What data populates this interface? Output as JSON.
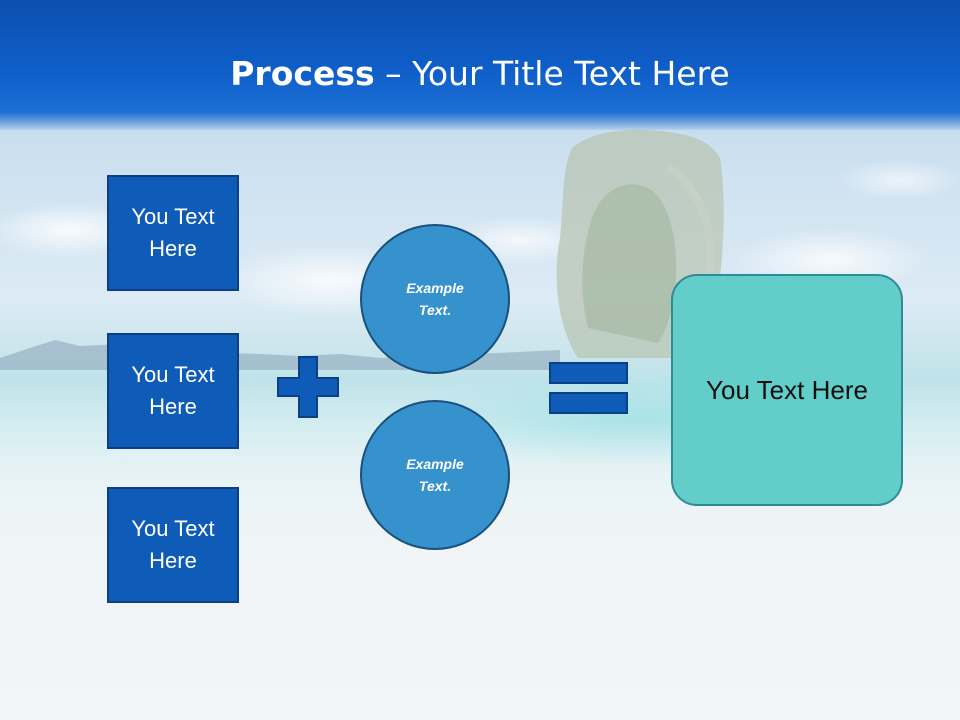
{
  "title": {
    "bold": "Process",
    "rest": " – Your Title Text Here"
  },
  "inputs": [
    {
      "label": "You Text Here"
    },
    {
      "label": "You Text Here"
    },
    {
      "label": "You Text Here"
    }
  ],
  "operators": {
    "plus": "plus-sign",
    "equals": "equals-sign"
  },
  "circles": [
    {
      "label": "Example Text."
    },
    {
      "label": "Example Text."
    }
  ],
  "result": {
    "label": "You Text Here"
  },
  "colors": {
    "header": "#0f5ec9",
    "box_fill": "#0f5cb8",
    "operator": "#0f5cb8",
    "circle_fill": "#3592cc",
    "result_fill": "#63cdc9"
  }
}
